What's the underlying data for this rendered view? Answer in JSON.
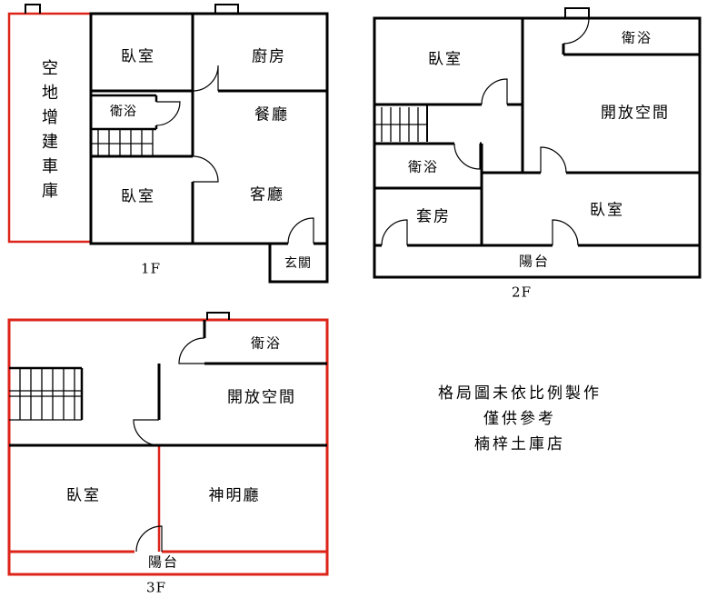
{
  "floors": {
    "f1": {
      "name": "1F",
      "garage": "空地增建車庫",
      "bedroom_top": "臥室",
      "kitchen": "廚房",
      "bath": "衛浴",
      "dining": "餐廳",
      "bedroom_bottom": "臥室",
      "living": "客廳",
      "entry": "玄關"
    },
    "f2": {
      "name": "2F",
      "bedroom_top": "臥室",
      "bath_top": "衛浴",
      "open_space": "開放空間",
      "bath_left": "衛浴",
      "suite": "套房",
      "bedroom_bottom": "臥室",
      "balcony": "陽台"
    },
    "f3": {
      "name": "3F",
      "bath": "衛浴",
      "open_space": "開放空間",
      "bedroom": "臥室",
      "shrine": "神明廳",
      "balcony": "陽台"
    }
  },
  "notes": {
    "line1": "格局圖未依比例製作",
    "line2": "僅供參考",
    "line3": "楠梓土庫店"
  },
  "colors": {
    "wall": "#000000",
    "highlight": "#dd2419",
    "background": "#ffffff"
  }
}
